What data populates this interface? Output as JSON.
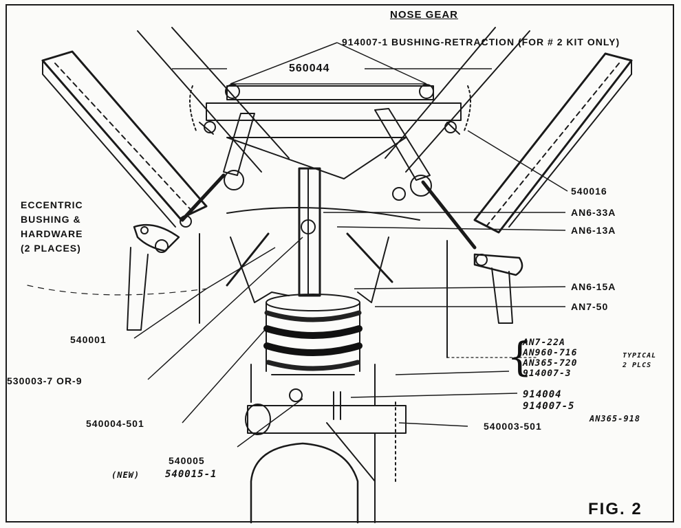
{
  "diagram": {
    "title": "NOSE GEAR",
    "figure": "FIG. 2",
    "callouts": {
      "bushing_retraction": "914007-1 BUSHING-RETRACTION (FOR # 2 KIT ONLY)",
      "p560044": "560044",
      "p540016": "540016",
      "an6_33a": "AN6-33A",
      "an6_13a": "AN6-13A",
      "an6_15a": "AN6-15A",
      "an7_50": "AN7-50",
      "eccentric": [
        "ECCENTRIC",
        "BUSHING &",
        "HARDWARE",
        "(2 PLACES)"
      ],
      "p540001": "540001",
      "p530003": "530003-7 OR-9",
      "p540004": "540004-501",
      "p540005": "540005",
      "new_label": "(NEW)",
      "p540015": "540015-1",
      "p540003": "540003-501",
      "typical_group": [
        "AN7-22A",
        "AN960-716",
        "AN365-720",
        "914007-3"
      ],
      "typical_note": [
        "TYPICAL",
        "2 PLCS"
      ],
      "p914004": "914004",
      "p914007_5": "914007-5",
      "an365_918": "AN365-918"
    }
  }
}
